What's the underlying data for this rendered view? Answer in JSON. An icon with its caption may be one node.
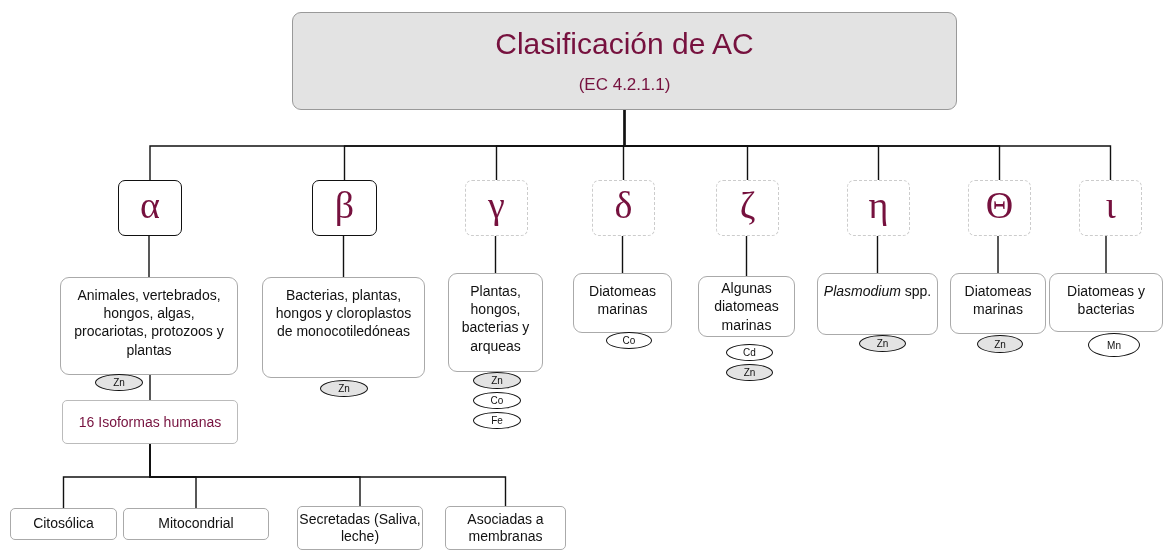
{
  "diagram": {
    "nodes": [
      {
        "text": [
          "Clasificación de AC",
          "(EC 4.2.1.1)"
        ]
      },
      {
        "text": [
          "α"
        ]
      },
      {
        "text": [
          "β"
        ]
      },
      {
        "text": [
          "γ"
        ]
      },
      {
        "text": [
          "δ"
        ]
      },
      {
        "text": [
          "ζ"
        ]
      },
      {
        "text": [
          "η"
        ]
      },
      {
        "text": [
          "Θ"
        ]
      },
      {
        "text": [
          "ι"
        ]
      },
      {
        "text": [
          "Animales, vertebrados, hongos, algas, procariotas, protozoos y plantas"
        ]
      },
      {
        "text": [
          "Bacterias, plantas, hongos y cloroplastos de monocotiledóneas"
        ]
      },
      {
        "text": [
          "Plantas, hongos, bacterias y arqueas"
        ]
      },
      {
        "text": [
          "Diatomeas marinas"
        ]
      },
      {
        "text": [
          "Algunas diatomeas marinas"
        ]
      },
      {
        "text": [
          "*Plasmodium* spp."
        ]
      },
      {
        "text": [
          "Diatomeas marinas"
        ]
      },
      {
        "text": [
          "Diatomeas y bacterias"
        ]
      },
      {
        "text": [
          "Zn"
        ]
      },
      {
        "text": [
          "Zn"
        ]
      },
      {
        "text": [
          "Zn"
        ]
      },
      {
        "text": [
          "Co"
        ]
      },
      {
        "text": [
          "Fe"
        ]
      },
      {
        "text": [
          "Co"
        ]
      },
      {
        "text": [
          "Cd"
        ]
      },
      {
        "text": [
          "Zn"
        ]
      },
      {
        "text": [
          "Zn"
        ]
      },
      {
        "text": [
          "Zn"
        ]
      },
      {
        "text": [
          "Mn"
        ]
      },
      {
        "text": [
          "16 Isoformas humanas"
        ]
      },
      {
        "text": [
          "Citosólica"
        ]
      },
      {
        "text": [
          "Mitocondrial"
        ]
      },
      {
        "text": [
          "Secretadas (Saliva, leche)"
        ]
      },
      {
        "text": [
          "Asociadas a membranas"
        ]
      }
    ],
    "edges": [
      {
        "from": 0,
        "to": 1,
        "arrow": "none"
      },
      {
        "from": 0,
        "to": 2,
        "arrow": "none"
      },
      {
        "from": 0,
        "to": 3,
        "arrow": "none"
      },
      {
        "from": 0,
        "to": 4,
        "arrow": "none"
      },
      {
        "from": 0,
        "to": 5,
        "arrow": "none"
      },
      {
        "from": 0,
        "to": 6,
        "arrow": "none"
      },
      {
        "from": 0,
        "to": 7,
        "arrow": "none"
      },
      {
        "from": 0,
        "to": 8,
        "arrow": "none"
      },
      {
        "from": 1,
        "to": 9,
        "arrow": "none"
      },
      {
        "from": 2,
        "to": 10,
        "arrow": "none"
      },
      {
        "from": 3,
        "to": 11,
        "arrow": "none"
      },
      {
        "from": 4,
        "to": 12,
        "arrow": "none"
      },
      {
        "from": 5,
        "to": 13,
        "arrow": "none"
      },
      {
        "from": 6,
        "to": 14,
        "arrow": "none"
      },
      {
        "from": 7,
        "to": 15,
        "arrow": "none"
      },
      {
        "from": 8,
        "to": 16,
        "arrow": "none"
      },
      {
        "from": 9,
        "to": 28,
        "arrow": "none"
      },
      {
        "from": 28,
        "to": 29,
        "arrow": "none"
      },
      {
        "from": 28,
        "to": 30,
        "arrow": "none"
      },
      {
        "from": 28,
        "to": 31,
        "arrow": "none"
      },
      {
        "from": 28,
        "to": 32,
        "arrow": "none"
      }
    ]
  }
}
